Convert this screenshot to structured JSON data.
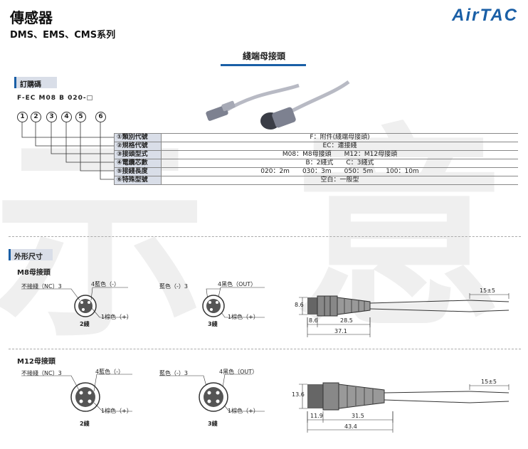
{
  "header": {
    "title": "傳感器",
    "subtitle": "DMS、EMS、CMS系列",
    "logo": "AirTAC"
  },
  "section_title": "綫端母接頭",
  "order_code": {
    "tag": "訂購碼",
    "code": "F-EC  M08  B  020-□",
    "circles": [
      "1",
      "2",
      "3",
      "4",
      "5",
      "6"
    ]
  },
  "spec_rows": [
    {
      "key": "①類別代號",
      "value": "F：附件(綫端母接頭)"
    },
    {
      "key": "②規格代號",
      "value": "EC：連接綫"
    },
    {
      "key": "③接頭型式",
      "value": "M08：M8母接頭　　M12：M12母接頭"
    },
    {
      "key": "④電纜芯數",
      "value": "B：2綫式　　C：3綫式"
    },
    {
      "key": "⑤接綫長度",
      "value": "020：2m　　030：3m　　050：5m　　100：10m"
    },
    {
      "key": "⑥特殊型號",
      "value": "空白：一般型"
    }
  ],
  "outline": {
    "tag": "外形尺寸",
    "watermark": [
      "示",
      "意"
    ],
    "m8": {
      "title": "M8母接頭",
      "two_wire": {
        "nc": "不接綫（NC）3",
        "blue": "4藍色（-）",
        "brown": "1棕色（+）",
        "label": "2綫"
      },
      "three_wire": {
        "blue": "藍色（-）3",
        "black": "4黑色（OUT）",
        "brown": "1棕色（+）",
        "label": "3綫"
      },
      "dims": {
        "height": "8.6",
        "a": "8.6",
        "b": "28.5",
        "total": "37.1",
        "tail": "15±5"
      }
    },
    "m12": {
      "title": "M12母接頭",
      "two_wire": {
        "nc": "不接綫（NC）3",
        "blue": "4藍色（-）",
        "brown": "1棕色（+）",
        "label": "2綫"
      },
      "three_wire": {
        "blue": "藍色（-）3",
        "black": "4黑色（OUT）",
        "brown": "1棕色（+）",
        "label": "3綫"
      },
      "dims": {
        "height": "13.6",
        "a": "11.9",
        "b": "31.5",
        "total": "43.4",
        "tail": "15±5"
      }
    }
  },
  "colors": {
    "accent": "#1a5fa6",
    "table_key_bg": "#d9dee8"
  }
}
